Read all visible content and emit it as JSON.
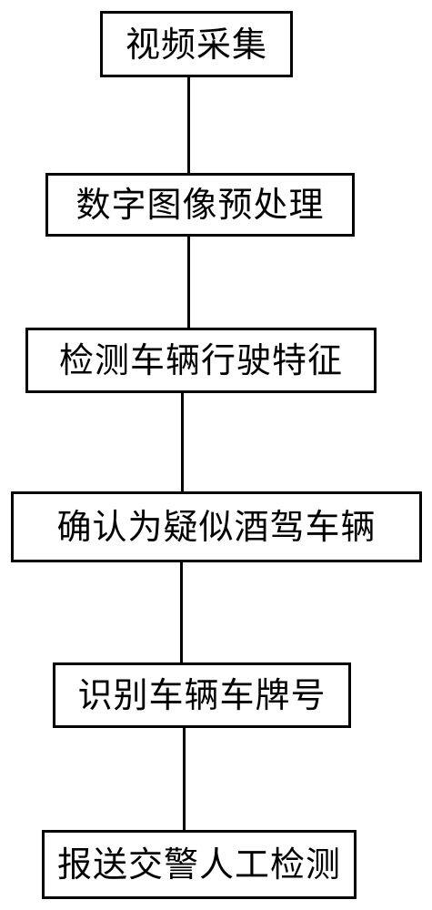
{
  "flowchart": {
    "steps": [
      "视频采集",
      "数字图像预处理",
      "检测车辆行驶特征",
      "确认为疑似酒驾车辆",
      "识别车辆车牌号",
      "报送交警人工检测"
    ]
  }
}
